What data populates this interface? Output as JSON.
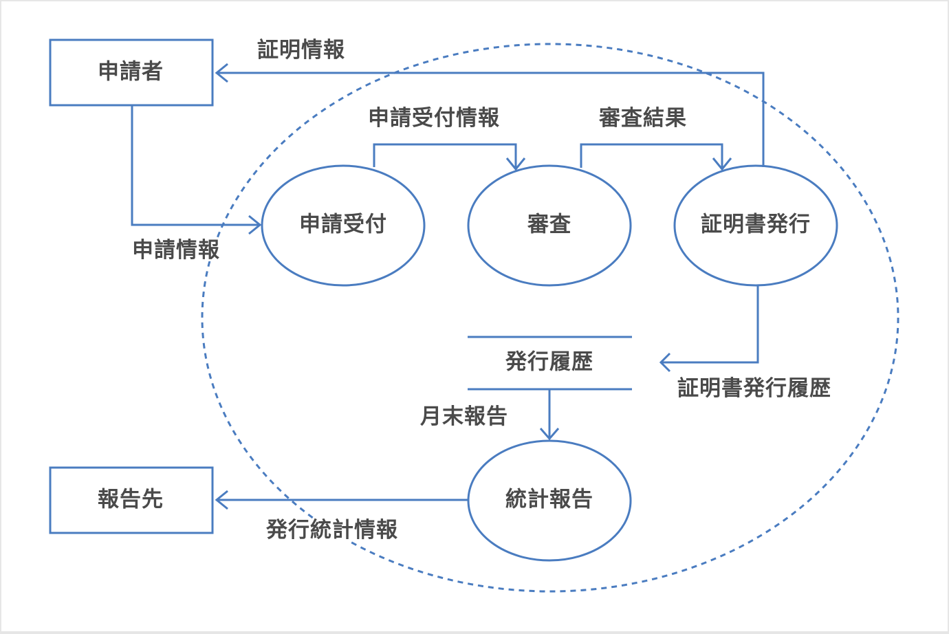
{
  "diagram": {
    "type": "data-flow-diagram",
    "colors": {
      "line": "#4a7cc0",
      "text": "#4a4a4a",
      "background": "#ffffff"
    },
    "external_entities": [
      {
        "id": "applicant",
        "label": "申請者"
      },
      {
        "id": "report_recipient",
        "label": "報告先"
      }
    ],
    "processes": [
      {
        "id": "intake",
        "label": "申請受付"
      },
      {
        "id": "review",
        "label": "審査"
      },
      {
        "id": "issue",
        "label": "証明書発行"
      },
      {
        "id": "stats",
        "label": "統計報告"
      }
    ],
    "data_stores": [
      {
        "id": "history",
        "label": "発行履歴"
      }
    ],
    "flows": [
      {
        "from": "applicant",
        "to": "intake",
        "label": "申請情報"
      },
      {
        "from": "intake",
        "to": "review",
        "label": "申請受付情報"
      },
      {
        "from": "review",
        "to": "issue",
        "label": "審査結果"
      },
      {
        "from": "issue",
        "to": "applicant",
        "label": "証明情報"
      },
      {
        "from": "issue",
        "to": "history",
        "label": "証明書発行履歴"
      },
      {
        "from": "history",
        "to": "stats",
        "label": "月末報告"
      },
      {
        "from": "stats",
        "to": "report_recipient",
        "label": "発行統計情報"
      }
    ]
  }
}
